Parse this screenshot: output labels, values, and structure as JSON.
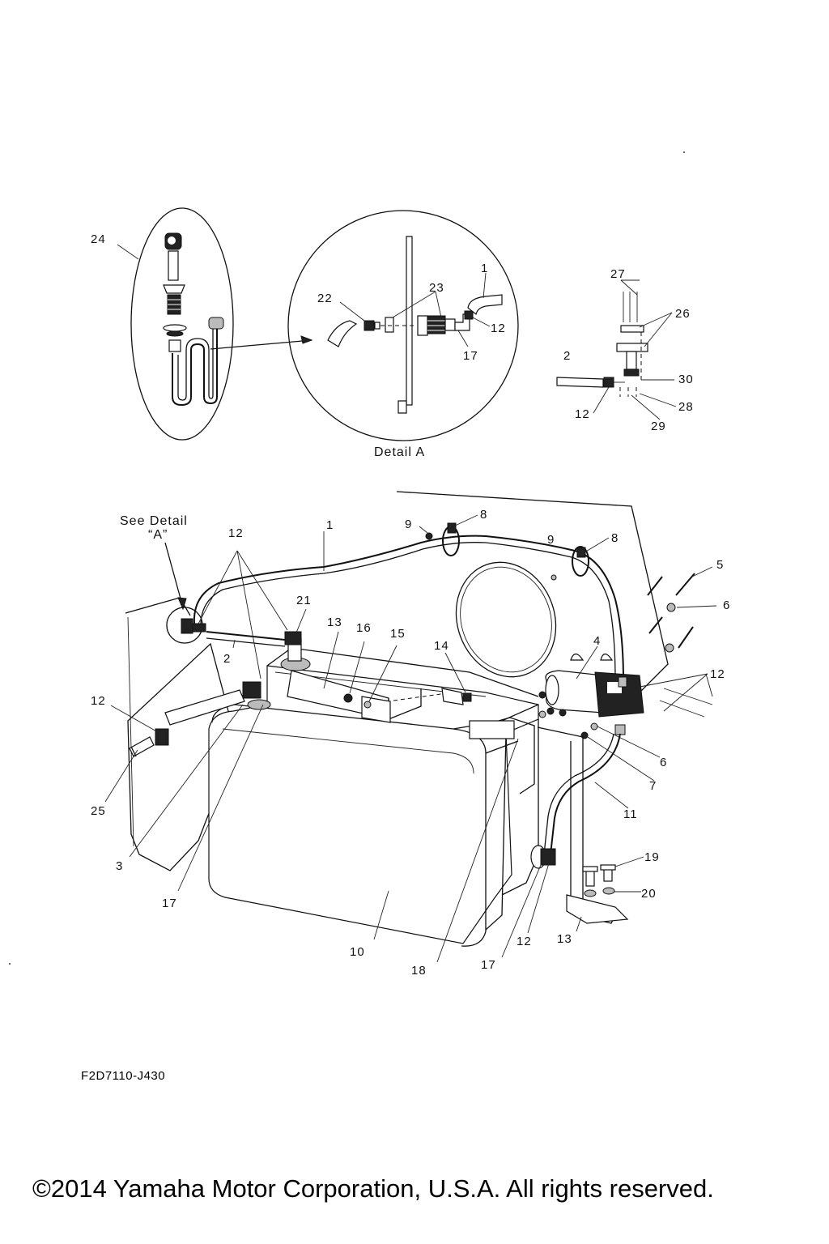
{
  "diagram": {
    "detail_title": "Detail A",
    "see_detail_line1": "See Detail",
    "see_detail_line2": "“A”",
    "diagram_code": "F2D7110-J430",
    "callouts": [
      {
        "id": "c24",
        "text": "24"
      },
      {
        "id": "c22",
        "text": "22"
      },
      {
        "id": "c23",
        "text": "23"
      },
      {
        "id": "c1a",
        "text": "1"
      },
      {
        "id": "c12a",
        "text": "12"
      },
      {
        "id": "c17a",
        "text": "17"
      },
      {
        "id": "c27",
        "text": "27"
      },
      {
        "id": "c26",
        "text": "26"
      },
      {
        "id": "c2a",
        "text": "2"
      },
      {
        "id": "c30",
        "text": "30"
      },
      {
        "id": "c28",
        "text": "28"
      },
      {
        "id": "c12b",
        "text": "12"
      },
      {
        "id": "c29",
        "text": "29"
      },
      {
        "id": "c12c",
        "text": "12"
      },
      {
        "id": "c1b",
        "text": "1"
      },
      {
        "id": "c9a",
        "text": "9"
      },
      {
        "id": "c8a",
        "text": "8"
      },
      {
        "id": "c9b",
        "text": "9"
      },
      {
        "id": "c8b",
        "text": "8"
      },
      {
        "id": "c5",
        "text": "5"
      },
      {
        "id": "c6a",
        "text": "6"
      },
      {
        "id": "c21",
        "text": "21"
      },
      {
        "id": "c13a",
        "text": "13"
      },
      {
        "id": "c16",
        "text": "16"
      },
      {
        "id": "c15",
        "text": "15"
      },
      {
        "id": "c14",
        "text": "14"
      },
      {
        "id": "c4",
        "text": "4"
      },
      {
        "id": "c12d",
        "text": "12"
      },
      {
        "id": "c2b",
        "text": "2"
      },
      {
        "id": "c12e",
        "text": "12"
      },
      {
        "id": "c6b",
        "text": "6"
      },
      {
        "id": "c7",
        "text": "7"
      },
      {
        "id": "c11",
        "text": "11"
      },
      {
        "id": "c25",
        "text": "25"
      },
      {
        "id": "c3",
        "text": "3"
      },
      {
        "id": "c19",
        "text": "19"
      },
      {
        "id": "c20",
        "text": "20"
      },
      {
        "id": "c17b",
        "text": "17"
      },
      {
        "id": "c10",
        "text": "10"
      },
      {
        "id": "c18",
        "text": "18"
      },
      {
        "id": "c17c",
        "text": "17"
      },
      {
        "id": "c12f",
        "text": "12"
      },
      {
        "id": "c13b",
        "text": "13"
      }
    ]
  },
  "copyright": "©2014 Yamaha Motor Corporation, U.S.A. All rights reserved."
}
